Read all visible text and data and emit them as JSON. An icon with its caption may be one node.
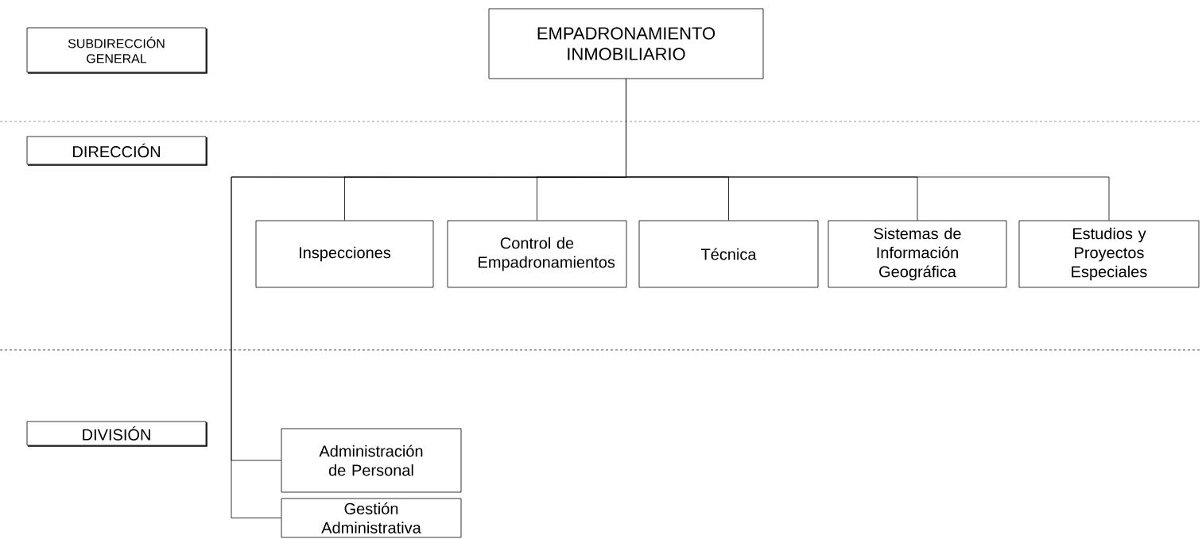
{
  "diagram": {
    "nodes": [
      {
        "text": [
          "SUBDIRECCIÓN GENERAL"
        ]
      },
      {
        "text": [
          "DIRECCIÓN"
        ]
      },
      {
        "text": [
          "DIVISIÓN"
        ]
      },
      {
        "text": [
          "EMPADRONAMIENTO INMOBILIARIO"
        ]
      },
      {
        "text": [
          "Inspecciones"
        ]
      },
      {
        "text": [
          "Control de Empadronamientos"
        ]
      },
      {
        "text": [
          "Técnica"
        ]
      },
      {
        "text": [
          "Sistemas de Información Geográfica"
        ]
      },
      {
        "text": [
          "Estudios y Proyectos Especiales"
        ]
      },
      {
        "text": [
          "Administración de Personal"
        ]
      },
      {
        "text": [
          "Gestión Administrativa"
        ]
      }
    ],
    "edges": [
      {
        "from": 3,
        "to": 4,
        "arrow": "none"
      },
      {
        "from": 3,
        "to": 5,
        "arrow": "none"
      },
      {
        "from": 3,
        "to": 6,
        "arrow": "none"
      },
      {
        "from": 3,
        "to": 7,
        "arrow": "none"
      },
      {
        "from": 3,
        "to": 8,
        "arrow": "none"
      },
      {
        "from": 3,
        "to": 9,
        "arrow": "none"
      },
      {
        "from": 3,
        "to": 10,
        "arrow": "none"
      }
    ]
  }
}
